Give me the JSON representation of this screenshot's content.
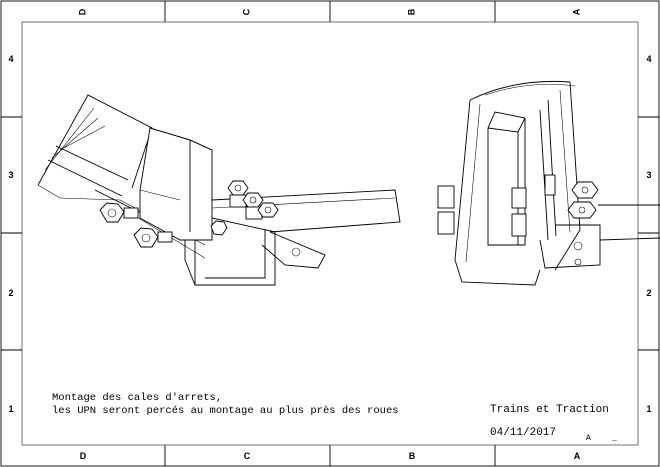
{
  "drawing": {
    "zones_top": [
      "D",
      "C",
      "B",
      "A"
    ],
    "zones_bottom": [
      "D",
      "C",
      "B",
      "A"
    ],
    "rows_left": [
      "4",
      "3",
      "2",
      "1"
    ],
    "rows_right": [
      "4",
      "3",
      "2",
      "1"
    ],
    "note_line1": "Montage des cales d'arrets,",
    "note_line2": "les UPN seront percés au montage au plus près des roues",
    "title": "Trains et Traction",
    "date": "04/11/2017",
    "revision": "A",
    "sheet_mark": "_"
  }
}
